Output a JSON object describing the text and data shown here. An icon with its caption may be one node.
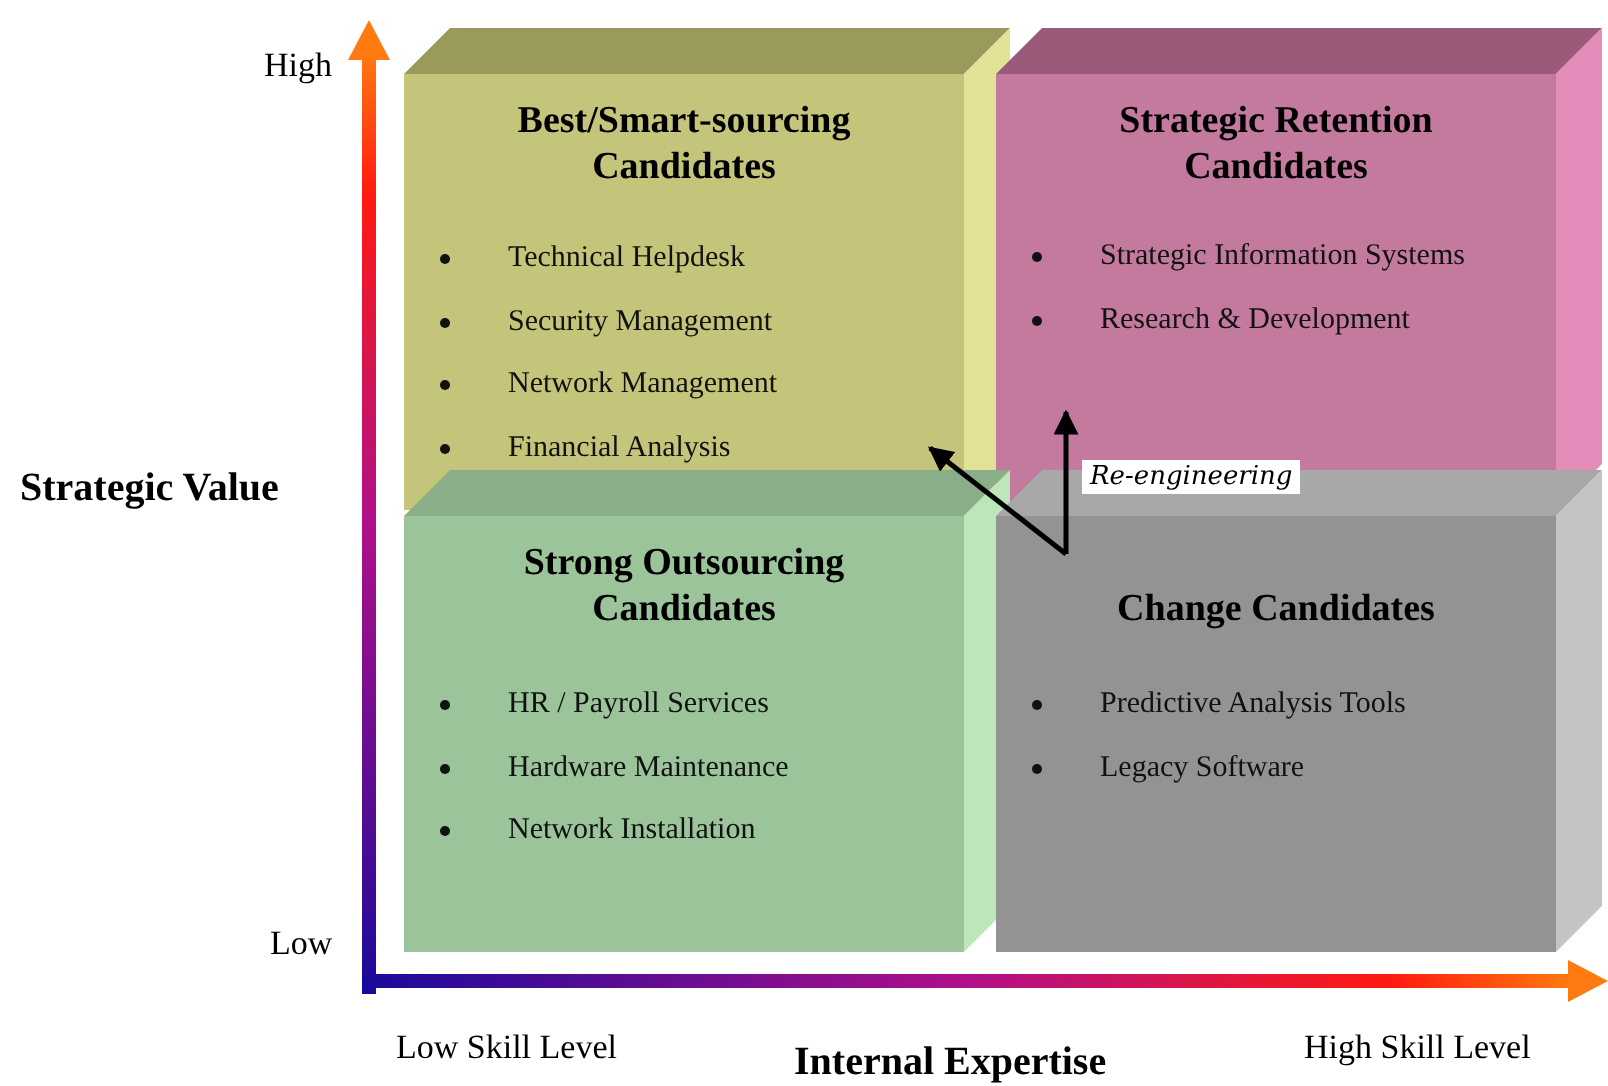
{
  "diagram": {
    "nodes": [
      {
        "text": [
          "Best/Smart-sourcing Candidates",
          "Technical Helpdesk",
          "Security Management",
          "Network Management",
          "Financial Analysis"
        ]
      },
      {
        "text": [
          "Strategic Retention Candidates",
          "Strategic Information Systems",
          "Research & Development"
        ]
      },
      {
        "text": [
          "Strong Outsourcing Candidates",
          "HR / Payroll Services",
          "Hardware Maintenance",
          "Network Installation"
        ]
      },
      {
        "text": [
          "Change Candidates",
          "Predictive Analysis Tools",
          "Legacy Software"
        ]
      }
    ],
    "edges": [
      {
        "from": 3,
        "to": 0,
        "arrow": "to"
      },
      {
        "from": 3,
        "to": 1,
        "arrow": "to",
        "label": "Re-engineering"
      }
    ],
    "labels": [
      "High",
      "Strategic Value",
      "Low",
      "Low Skill Level",
      "Internal Expertise",
      "High Skill Level"
    ]
  }
}
